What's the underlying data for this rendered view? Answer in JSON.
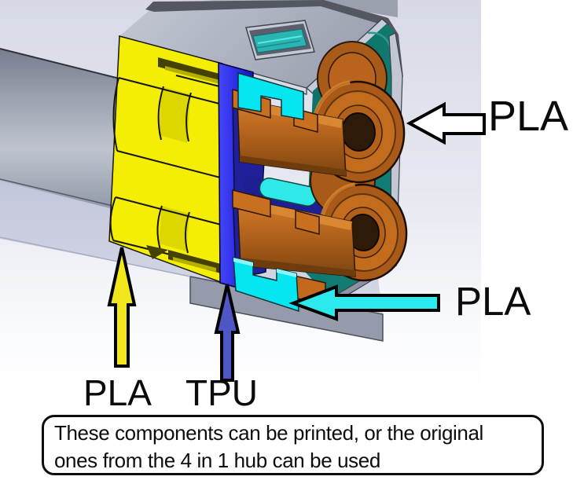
{
  "viewport": {
    "background_top_color": "#d7dae6",
    "background_bottom_color": "#ffffff"
  },
  "model": {
    "description": "Cutaway CAD view of a 4-to-1 filament hub assembly",
    "parts": [
      {
        "id": "feeder-tube",
        "color": "#a6acb9",
        "material": ""
      },
      {
        "id": "base-plate",
        "color": "#c7cbdd",
        "material": ""
      },
      {
        "id": "top-plate",
        "color": "#aeb3c2",
        "material": ""
      },
      {
        "id": "hub-shell-face",
        "color": "#0d756d",
        "material": ""
      },
      {
        "id": "yellow-couplers",
        "color": "#f4ee04",
        "material": "PLA"
      },
      {
        "id": "tpu-gasket",
        "color": "#2222e8",
        "material": "TPU"
      },
      {
        "id": "cyan-plates",
        "color": "#06e6f0",
        "material": "PLA"
      },
      {
        "id": "orange-fittings",
        "color": "#c46c1e",
        "material": "PLA"
      }
    ]
  },
  "annotations": {
    "pla_top_right": {
      "label": "PLA",
      "arrow_style": "outline-left",
      "arrow_color": "#ffffff"
    },
    "pla_right": {
      "label": "PLA",
      "arrow_style": "solid-left",
      "arrow_color": "#2be9ec"
    },
    "pla_bottom": {
      "label": "PLA",
      "arrow_style": "solid-up",
      "arrow_color": "#f2e71c"
    },
    "tpu_bottom": {
      "label": "TPU",
      "arrow_style": "solid-up",
      "arrow_color": "#4f56c6"
    }
  },
  "note": {
    "line1": "These components can be printed, or the original",
    "line2": "ones from the 4 in 1 hub can be used"
  }
}
